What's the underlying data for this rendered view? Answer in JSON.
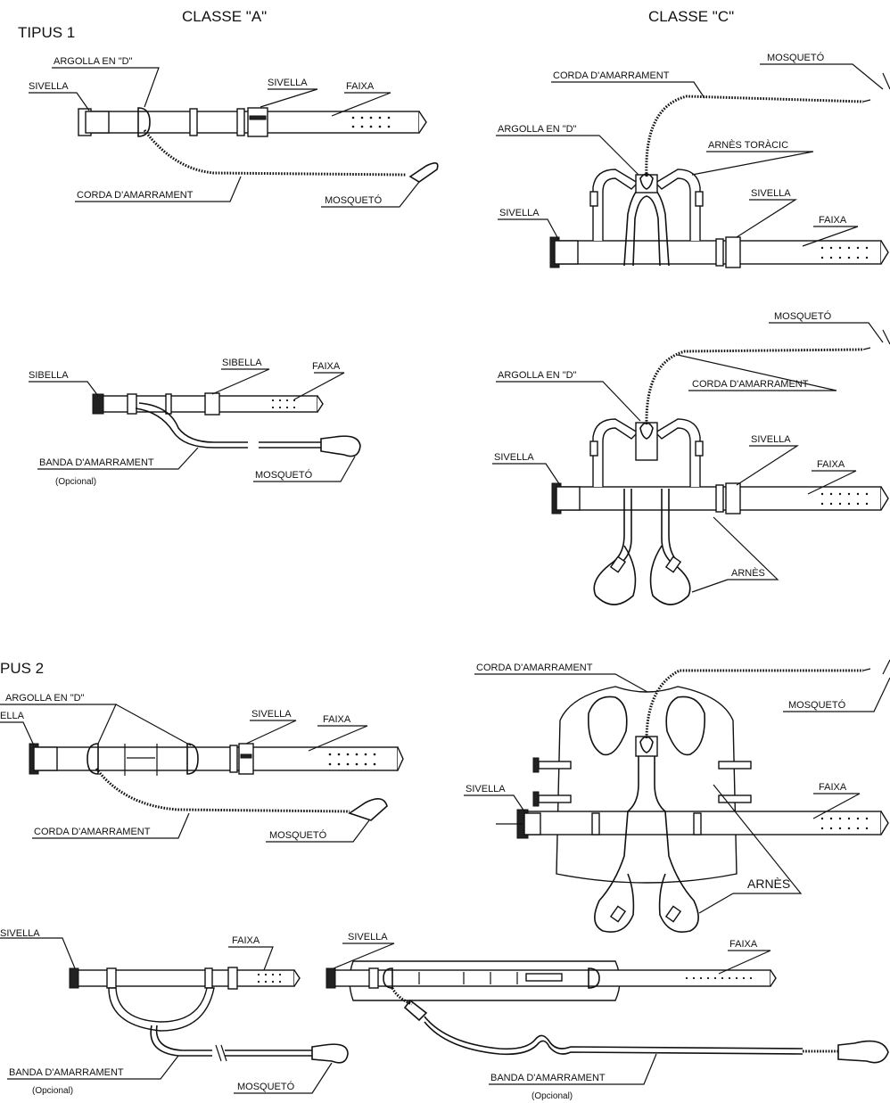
{
  "headers": {
    "class_a": "CLASSE \"A\"",
    "class_c": "CLASSE \"C\"",
    "tipus1": "TIPUS 1",
    "tipus2": "PUS 2"
  },
  "labels": {
    "sivella": "SIVELLA",
    "sivella_cut": "ELLA",
    "sivella_cut2": "SIVELLA",
    "sibella": "SIBELLA",
    "faixa": "FAIXA",
    "argolla": "ARGOLLA EN \"D\"",
    "corda": "CORDA D'AMARRAMENT",
    "mosqueto": "MOSQUETÓ",
    "banda": "BANDA D'AMARRAMENT",
    "opcional": "(Opcional)",
    "arnes_toracic": "ARNÈS TORÀCIC",
    "arnes": "ARNÈS"
  }
}
